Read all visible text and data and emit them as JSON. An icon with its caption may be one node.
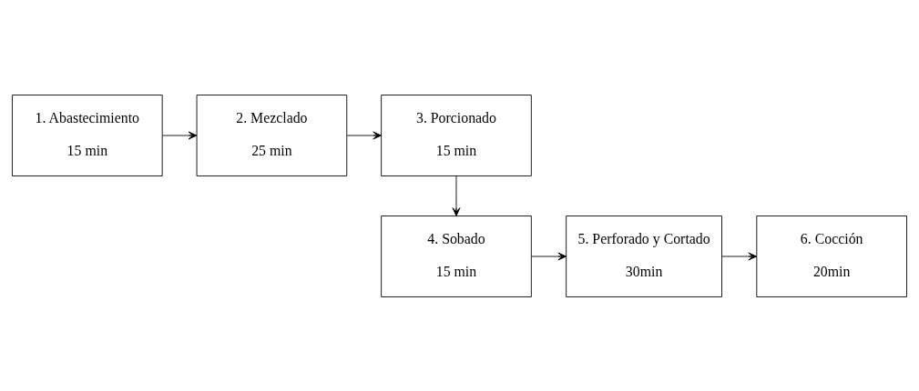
{
  "diagram": {
    "nodes": [
      {
        "text": [
          "1. Abastecimiento",
          "15 min"
        ]
      },
      {
        "text": [
          "2. Mezclado",
          "25 min"
        ]
      },
      {
        "text": [
          "3. Porcionado",
          "15 min"
        ]
      },
      {
        "text": [
          "4. Sobado",
          "15 min"
        ]
      },
      {
        "text": [
          "5. Perforado y Cortado",
          "30min"
        ]
      },
      {
        "text": [
          "6. Cocción",
          "20min"
        ]
      }
    ],
    "edges": [
      {
        "from": 0,
        "to": 1,
        "arrow": "to"
      },
      {
        "from": 1,
        "to": 2,
        "arrow": "to"
      },
      {
        "from": 2,
        "to": 3,
        "arrow": "to"
      },
      {
        "from": 3,
        "to": 4,
        "arrow": "to"
      },
      {
        "from": 4,
        "to": 5,
        "arrow": "to"
      }
    ]
  }
}
